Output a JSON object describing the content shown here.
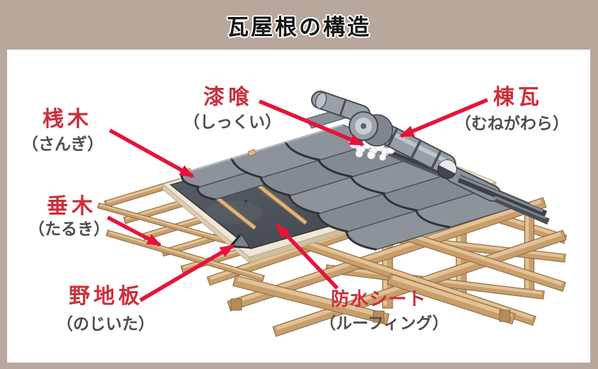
{
  "title": "瓦屋根の構造",
  "diagram": {
    "name": "tile-roof-structure-illustration",
    "labels": [
      {
        "id": "sangi",
        "term": "桟木",
        "reading": "（さんぎ）"
      },
      {
        "id": "taruki",
        "term": "垂木",
        "reading": "（たるき）"
      },
      {
        "id": "nojiita",
        "term": "野地板",
        "reading": "（のじいた）"
      },
      {
        "id": "shikkui",
        "term": "漆喰",
        "reading": "（しっくい）"
      },
      {
        "id": "munegawara",
        "term": "棟瓦",
        "reading": "（むねがわら）"
      },
      {
        "id": "bousui-sheet",
        "term": "防水シート",
        "reading": "（ルーフィング）"
      }
    ]
  },
  "colors": {
    "frame_background": "#b8a79c",
    "canvas": "#ffffff",
    "term_red": "#cb2f3a",
    "arrow_red": "#e8123a",
    "reading_gray": "#4e4e4e",
    "title_black": "#161616",
    "wood": "#c79e6c",
    "sheet_gray": "#474c53",
    "tile_gray": "#8a9099",
    "plaster_white": "#fcfcfd"
  }
}
